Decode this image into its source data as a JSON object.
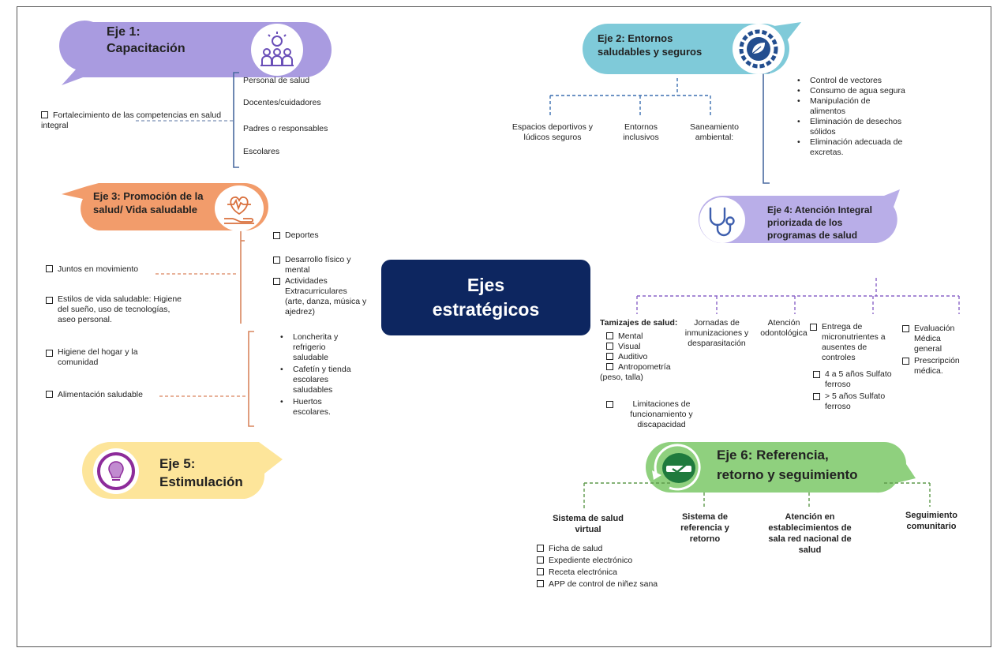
{
  "center": {
    "line1": "Ejes",
    "line2": "estratégicos"
  },
  "eje1": {
    "title_line1": "Eje 1:",
    "title_line2": "Capacitación",
    "left_item": "Fortalecimiento de las competencias en salud integral",
    "targets": [
      "Personal de salud",
      "Docentes/cuidadores",
      "Padres o responsables",
      "Escolares"
    ],
    "icon": "team-lightbulb-icon",
    "color": "#a99be0"
  },
  "eje2": {
    "title_line1": "Eje 2: Entornos",
    "title_line2": "saludables y seguros",
    "branches": [
      "Espacios deportivos y lúdicos seguros",
      "Entornos inclusivos",
      "Saneamiento ambiental:"
    ],
    "sanitation_items": [
      "Control de vectores",
      "Consumo de agua segura",
      "Manipulación de alimentos",
      "Eliminación de desechos sólidos",
      "Eliminación adecuada de excretas."
    ],
    "icon": "leaf-gear-icon",
    "color": "#7fcad9"
  },
  "eje3": {
    "title_line1": "Eje 3: Promoción de la",
    "title_line2": "salud/ Vida saludable",
    "left_items": [
      "Juntos en movimiento",
      "Estilos de vida saludable: Higiene del sueño, uso de tecnologías, aseo personal.",
      "Higiene del hogar y la comunidad",
      "Alimentación saludable"
    ],
    "right_items": [
      "Deportes",
      "Desarrollo físico y mental",
      "Actividades Extracurriculares (arte, danza, música y ajedrez)"
    ],
    "food_items": [
      "Loncherita y refrigerio saludable",
      "Cafetín y tienda escolares saludables",
      "Huertos escolares."
    ],
    "icon": "heart-hand-icon",
    "color": "#f29c6b"
  },
  "eje4": {
    "title_line1": "Eje 4: Atención Integral",
    "title_line2": "priorizada de los",
    "title_line3": "programas de salud",
    "tamizajes_title": "Tamizajes de salud:",
    "tamizajes": [
      "Mental",
      "Visual",
      "Auditivo",
      "Antropometría"
    ],
    "tamizajes_note": "(peso, talla)",
    "limitaciones": "Limitaciones de funcionamiento y discapacidad",
    "jornadas": "Jornadas de inmunizaciones y desparasitación",
    "odonto": "Atención odontológica",
    "micronutrientes": "Entrega de micronutrientes a ausentes de controles",
    "micro_items": [
      "4 a 5 años Sulfato ferroso",
      "> 5 años  Sulfato ferroso"
    ],
    "evaluacion": [
      "Evaluación Médica general",
      "Prescripción médica."
    ],
    "icon": "stethoscope-icon",
    "color": "#b9aee8"
  },
  "eje5": {
    "title_line1": "Eje 5:",
    "title_line2": "Estimulación",
    "icon": "brain-bulb-icon",
    "color": "#fde59a"
  },
  "eje6": {
    "title_line1": "Eje 6:  Referencia,",
    "title_line2": "retorno y seguimiento",
    "branches": [
      "Sistema de salud virtual",
      "Sistema de referencia y retorno",
      "Atención en establecimientos de sala red nacional de salud",
      "Seguimiento comunitario"
    ],
    "virtual_items": [
      "Ficha de salud",
      "Expediente electrónico",
      "Receta electrónica",
      "APP de control de niñez sana"
    ],
    "icon": "clock-icon",
    "color": "#8fd07e"
  }
}
